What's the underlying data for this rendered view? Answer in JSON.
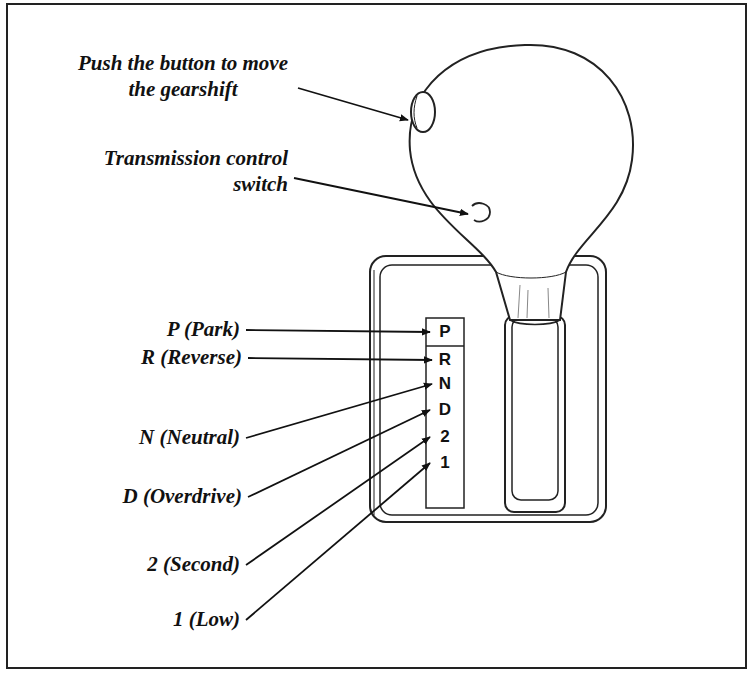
{
  "diagram": {
    "labels": [
      "Push the button to move the gearshift",
      "Transmission control switch",
      "P (Park)",
      "R (Reverse)",
      "N (Neutral)",
      "D (Overdrive)",
      "2 (Second)",
      "1 (Low)",
      "P",
      "R",
      "N",
      "D",
      "2",
      "1"
    ]
  }
}
